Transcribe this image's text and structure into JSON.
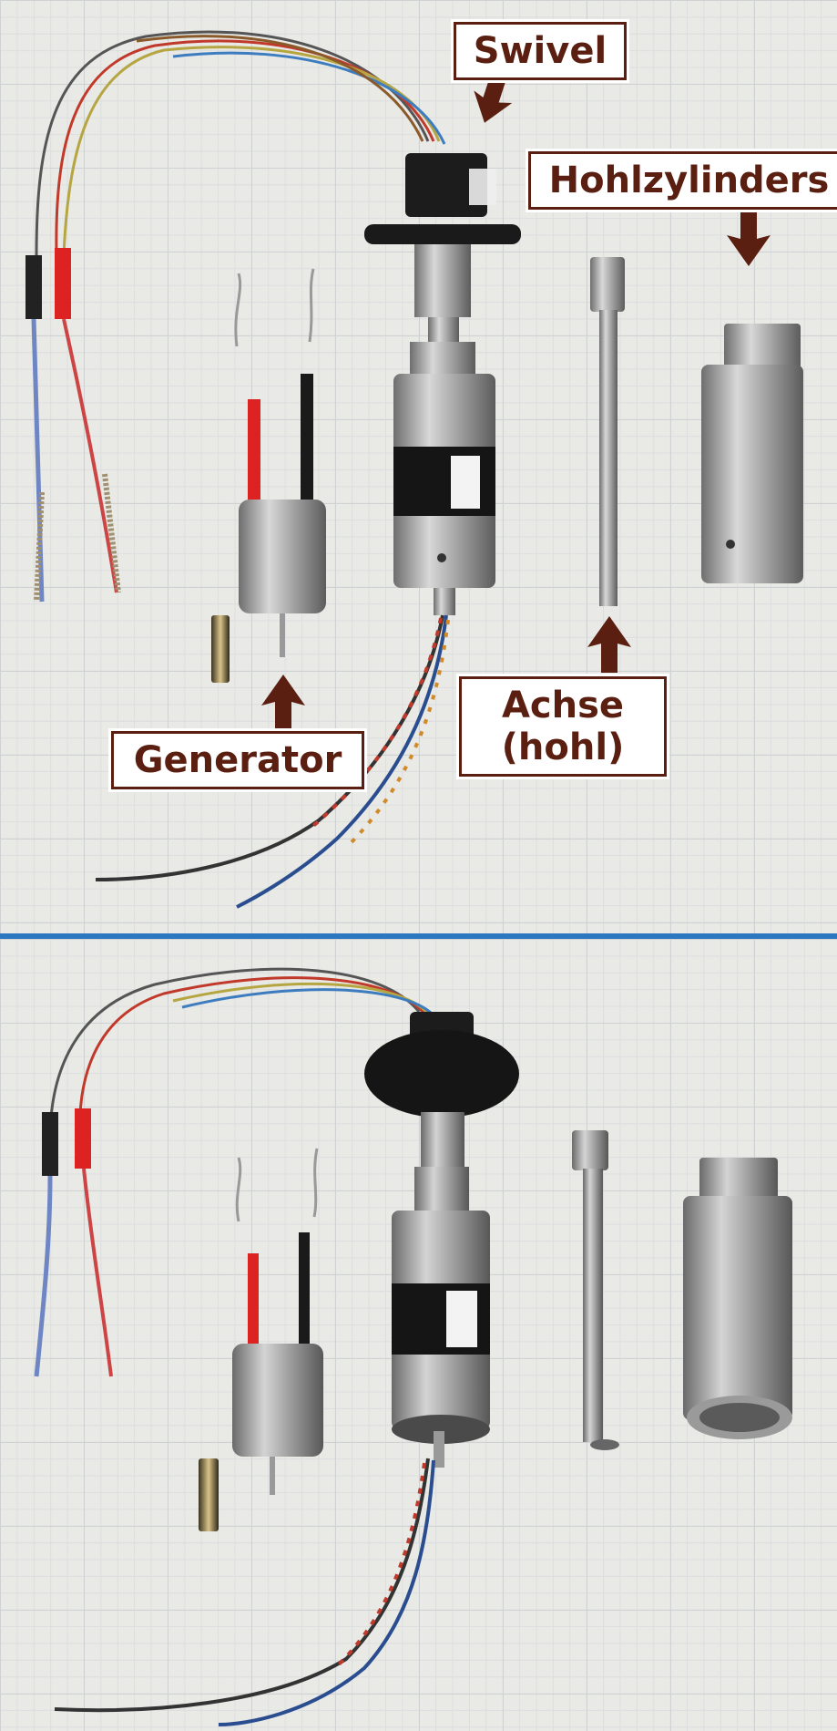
{
  "labels": {
    "swivel": "Swivel",
    "hohlzylinders": "Hohlzylinders",
    "generator": "Generator",
    "achse_line1": "Achse",
    "achse_line2": "(hohl)"
  },
  "colors": {
    "label_border": "#5a1f10",
    "label_text": "#5a1f10",
    "arrow": "#5a1f10",
    "divider": "#2b77c0",
    "grid_paper": "#e9e9e6"
  }
}
